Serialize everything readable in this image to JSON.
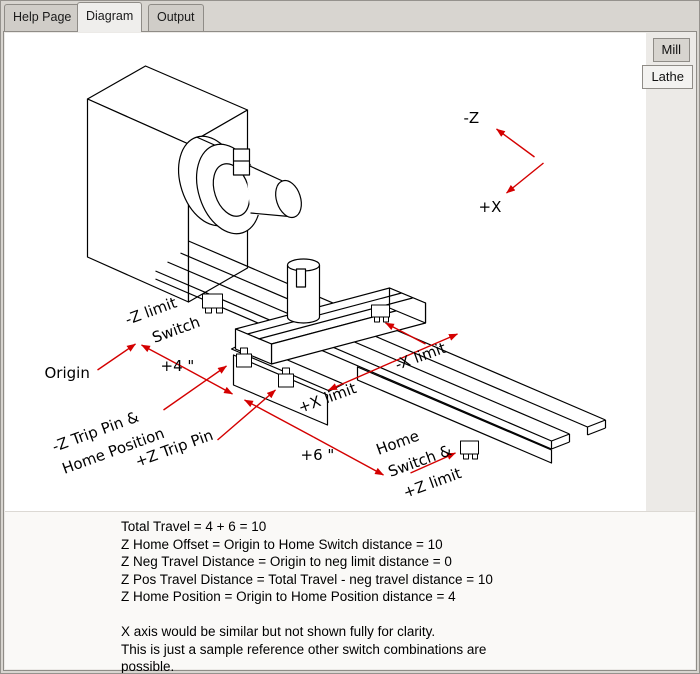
{
  "tabs": [
    {
      "label": "Help Page",
      "active": false
    },
    {
      "label": "Diagram",
      "active": true
    },
    {
      "label": "Output",
      "active": false
    }
  ],
  "side_tabs": [
    {
      "label": "Mill",
      "selected": false
    },
    {
      "label": "Lathe",
      "selected": true
    }
  ],
  "colors": {
    "arrow_red": "#d40000",
    "line_black": "#000000"
  },
  "diagram": {
    "axis": {
      "neg_z": "-Z",
      "pos_x": "+X"
    },
    "labels": {
      "origin": "Origin",
      "neg_z_limit_line1": "-Z limit",
      "neg_z_limit_line2": "Switch",
      "dim_4": "+4 \"",
      "neg_z_trip_line1": "-Z Trip Pin &",
      "neg_z_trip_line2": "Home Position",
      "pos_z_trip": "+Z Trip Pin",
      "pos_x_limit": "+X limit",
      "neg_x_limit": "-X limit",
      "dim_6": "+6 \"",
      "home_line1": "Home",
      "home_line2": "Switch &",
      "home_line3": "+Z limit"
    }
  },
  "notes": {
    "lines": [
      "Total Travel = 4 + 6 = 10",
      "Z Home Offset = Origin to Home Switch distance = 10",
      "Z Neg Travel Distance = Origin to neg limit distance = 0",
      "Z Pos Travel Distance = Total Travel - neg travel distance = 10",
      "Z Home Position = Origin to Home Position distance = 4",
      "",
      "X axis would be similar but not shown fully for clarity.",
      "This is just a sample reference other switch combinations are",
      "possible."
    ]
  }
}
